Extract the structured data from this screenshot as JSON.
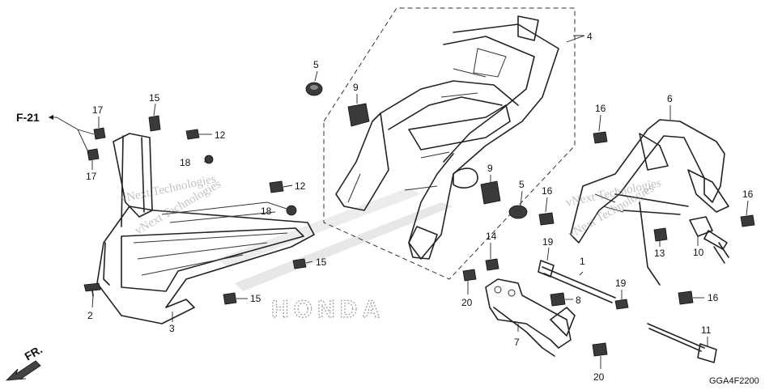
{
  "diagram": {
    "callouts": [
      {
        "id": "c1",
        "text": "1"
      },
      {
        "id": "c2",
        "text": "2"
      },
      {
        "id": "c3",
        "text": "3"
      },
      {
        "id": "c4",
        "text": "4"
      },
      {
        "id": "c5a",
        "text": "5"
      },
      {
        "id": "c5b",
        "text": "5"
      },
      {
        "id": "c6",
        "text": "6"
      },
      {
        "id": "c7",
        "text": "7"
      },
      {
        "id": "c8",
        "text": "8"
      },
      {
        "id": "c9a",
        "text": "9"
      },
      {
        "id": "c9b",
        "text": "9"
      },
      {
        "id": "c10",
        "text": "10"
      },
      {
        "id": "c11",
        "text": "11"
      },
      {
        "id": "c12a",
        "text": "12"
      },
      {
        "id": "c12b",
        "text": "12"
      },
      {
        "id": "c13",
        "text": "13"
      },
      {
        "id": "c14",
        "text": "14"
      },
      {
        "id": "c15a",
        "text": "15"
      },
      {
        "id": "c15b",
        "text": "15"
      },
      {
        "id": "c15c",
        "text": "15"
      },
      {
        "id": "c16a",
        "text": "16"
      },
      {
        "id": "c16b",
        "text": "16"
      },
      {
        "id": "c16c",
        "text": "16"
      },
      {
        "id": "c16d",
        "text": "16"
      },
      {
        "id": "c17a",
        "text": "17"
      },
      {
        "id": "c17b",
        "text": "17"
      },
      {
        "id": "c18a",
        "text": "18"
      },
      {
        "id": "c18b",
        "text": "18"
      },
      {
        "id": "c19a",
        "text": "19"
      },
      {
        "id": "c19b",
        "text": "19"
      },
      {
        "id": "c20a",
        "text": "20"
      },
      {
        "id": "c20b",
        "text": "20"
      }
    ],
    "reference_label": "F-21",
    "direction_label": "FR.",
    "diagram_code": "GGA4F2200",
    "brand_watermark": "HONDA",
    "watermarks": [
      "vNext Technologies",
      "vNext Technologies",
      "vNext Technologies",
      "vNext Technologies"
    ]
  }
}
